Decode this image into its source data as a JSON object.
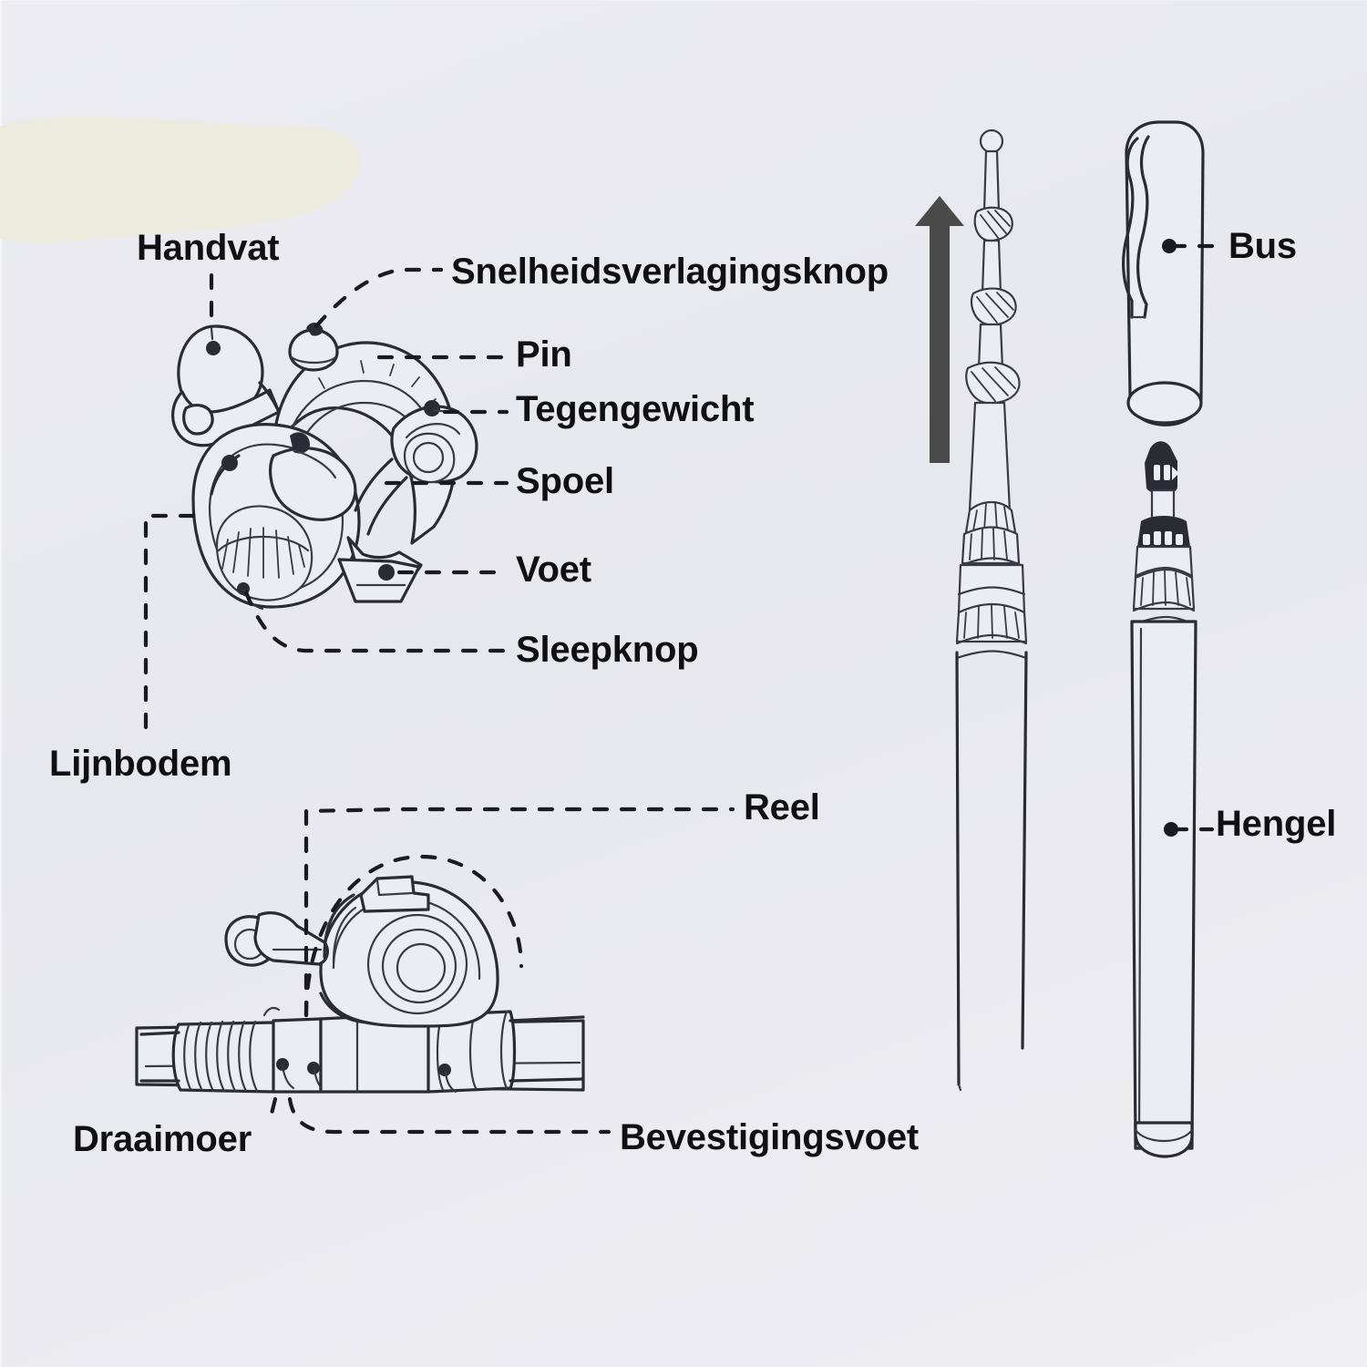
{
  "diagram": {
    "title_visible": false,
    "language": "nl",
    "background_color": "#eaeaf0",
    "ink_color": "#2b2b33",
    "accent_blob_color": "#edeade",
    "arrow_color": "#4a4a4a",
    "label_color": "#101014"
  },
  "labels": {
    "handvat": "Handvat",
    "snelheidsverlagingsknop": "Snelheidsverlagingsknop",
    "pin": "Pin",
    "tegengewicht": "Tegengewicht",
    "spoel": "Spoel",
    "voet": "Voet",
    "sleepknop": "Sleepknop",
    "lijnbodem": "Lijnbodem",
    "reel": "Reel",
    "draaimoer": "Draaimoer",
    "bevestigingsvoet": "Bevestigingsvoet",
    "bus": "Bus",
    "hengel": "Hengel"
  },
  "parts": [
    {
      "label": "Handvat",
      "group": "reel-upper"
    },
    {
      "label": "Snelheidsverlagingsknop",
      "group": "reel-upper"
    },
    {
      "label": "Pin",
      "group": "reel-upper"
    },
    {
      "label": "Tegengewicht",
      "group": "reel-upper"
    },
    {
      "label": "Spoel",
      "group": "reel-upper"
    },
    {
      "label": "Voet",
      "group": "reel-upper"
    },
    {
      "label": "Sleepknop",
      "group": "reel-upper"
    },
    {
      "label": "Lijnbodem",
      "group": "reel-upper"
    },
    {
      "label": "Reel",
      "group": "reel-mount"
    },
    {
      "label": "Draaimoer",
      "group": "reel-mount"
    },
    {
      "label": "Bevestigingsvoet",
      "group": "reel-mount"
    },
    {
      "label": "Bus",
      "group": "rod"
    },
    {
      "label": "Hengel",
      "group": "rod"
    }
  ],
  "icons": {
    "up_arrow": "extend-arrow-icon"
  }
}
